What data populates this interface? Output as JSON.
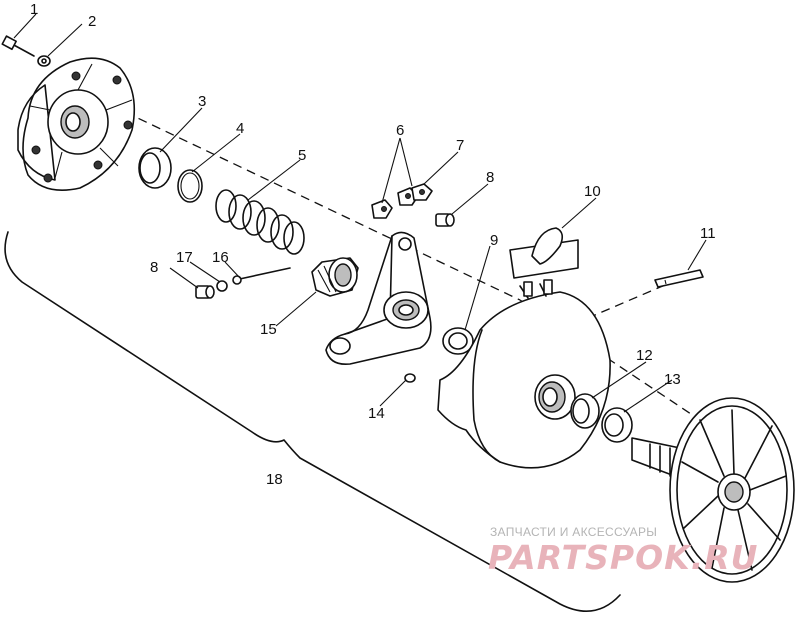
{
  "diagram": {
    "callouts": [
      "1",
      "2",
      "3",
      "4",
      "5",
      "6",
      "7",
      "8",
      "9",
      "10",
      "11",
      "8",
      "17",
      "16",
      "15",
      "14",
      "12",
      "13",
      "18"
    ]
  },
  "watermark": {
    "caption": "ЗАПЧАСТИ И АКСЕССУАРЫ",
    "logo": "PARTSPOK.RU"
  }
}
